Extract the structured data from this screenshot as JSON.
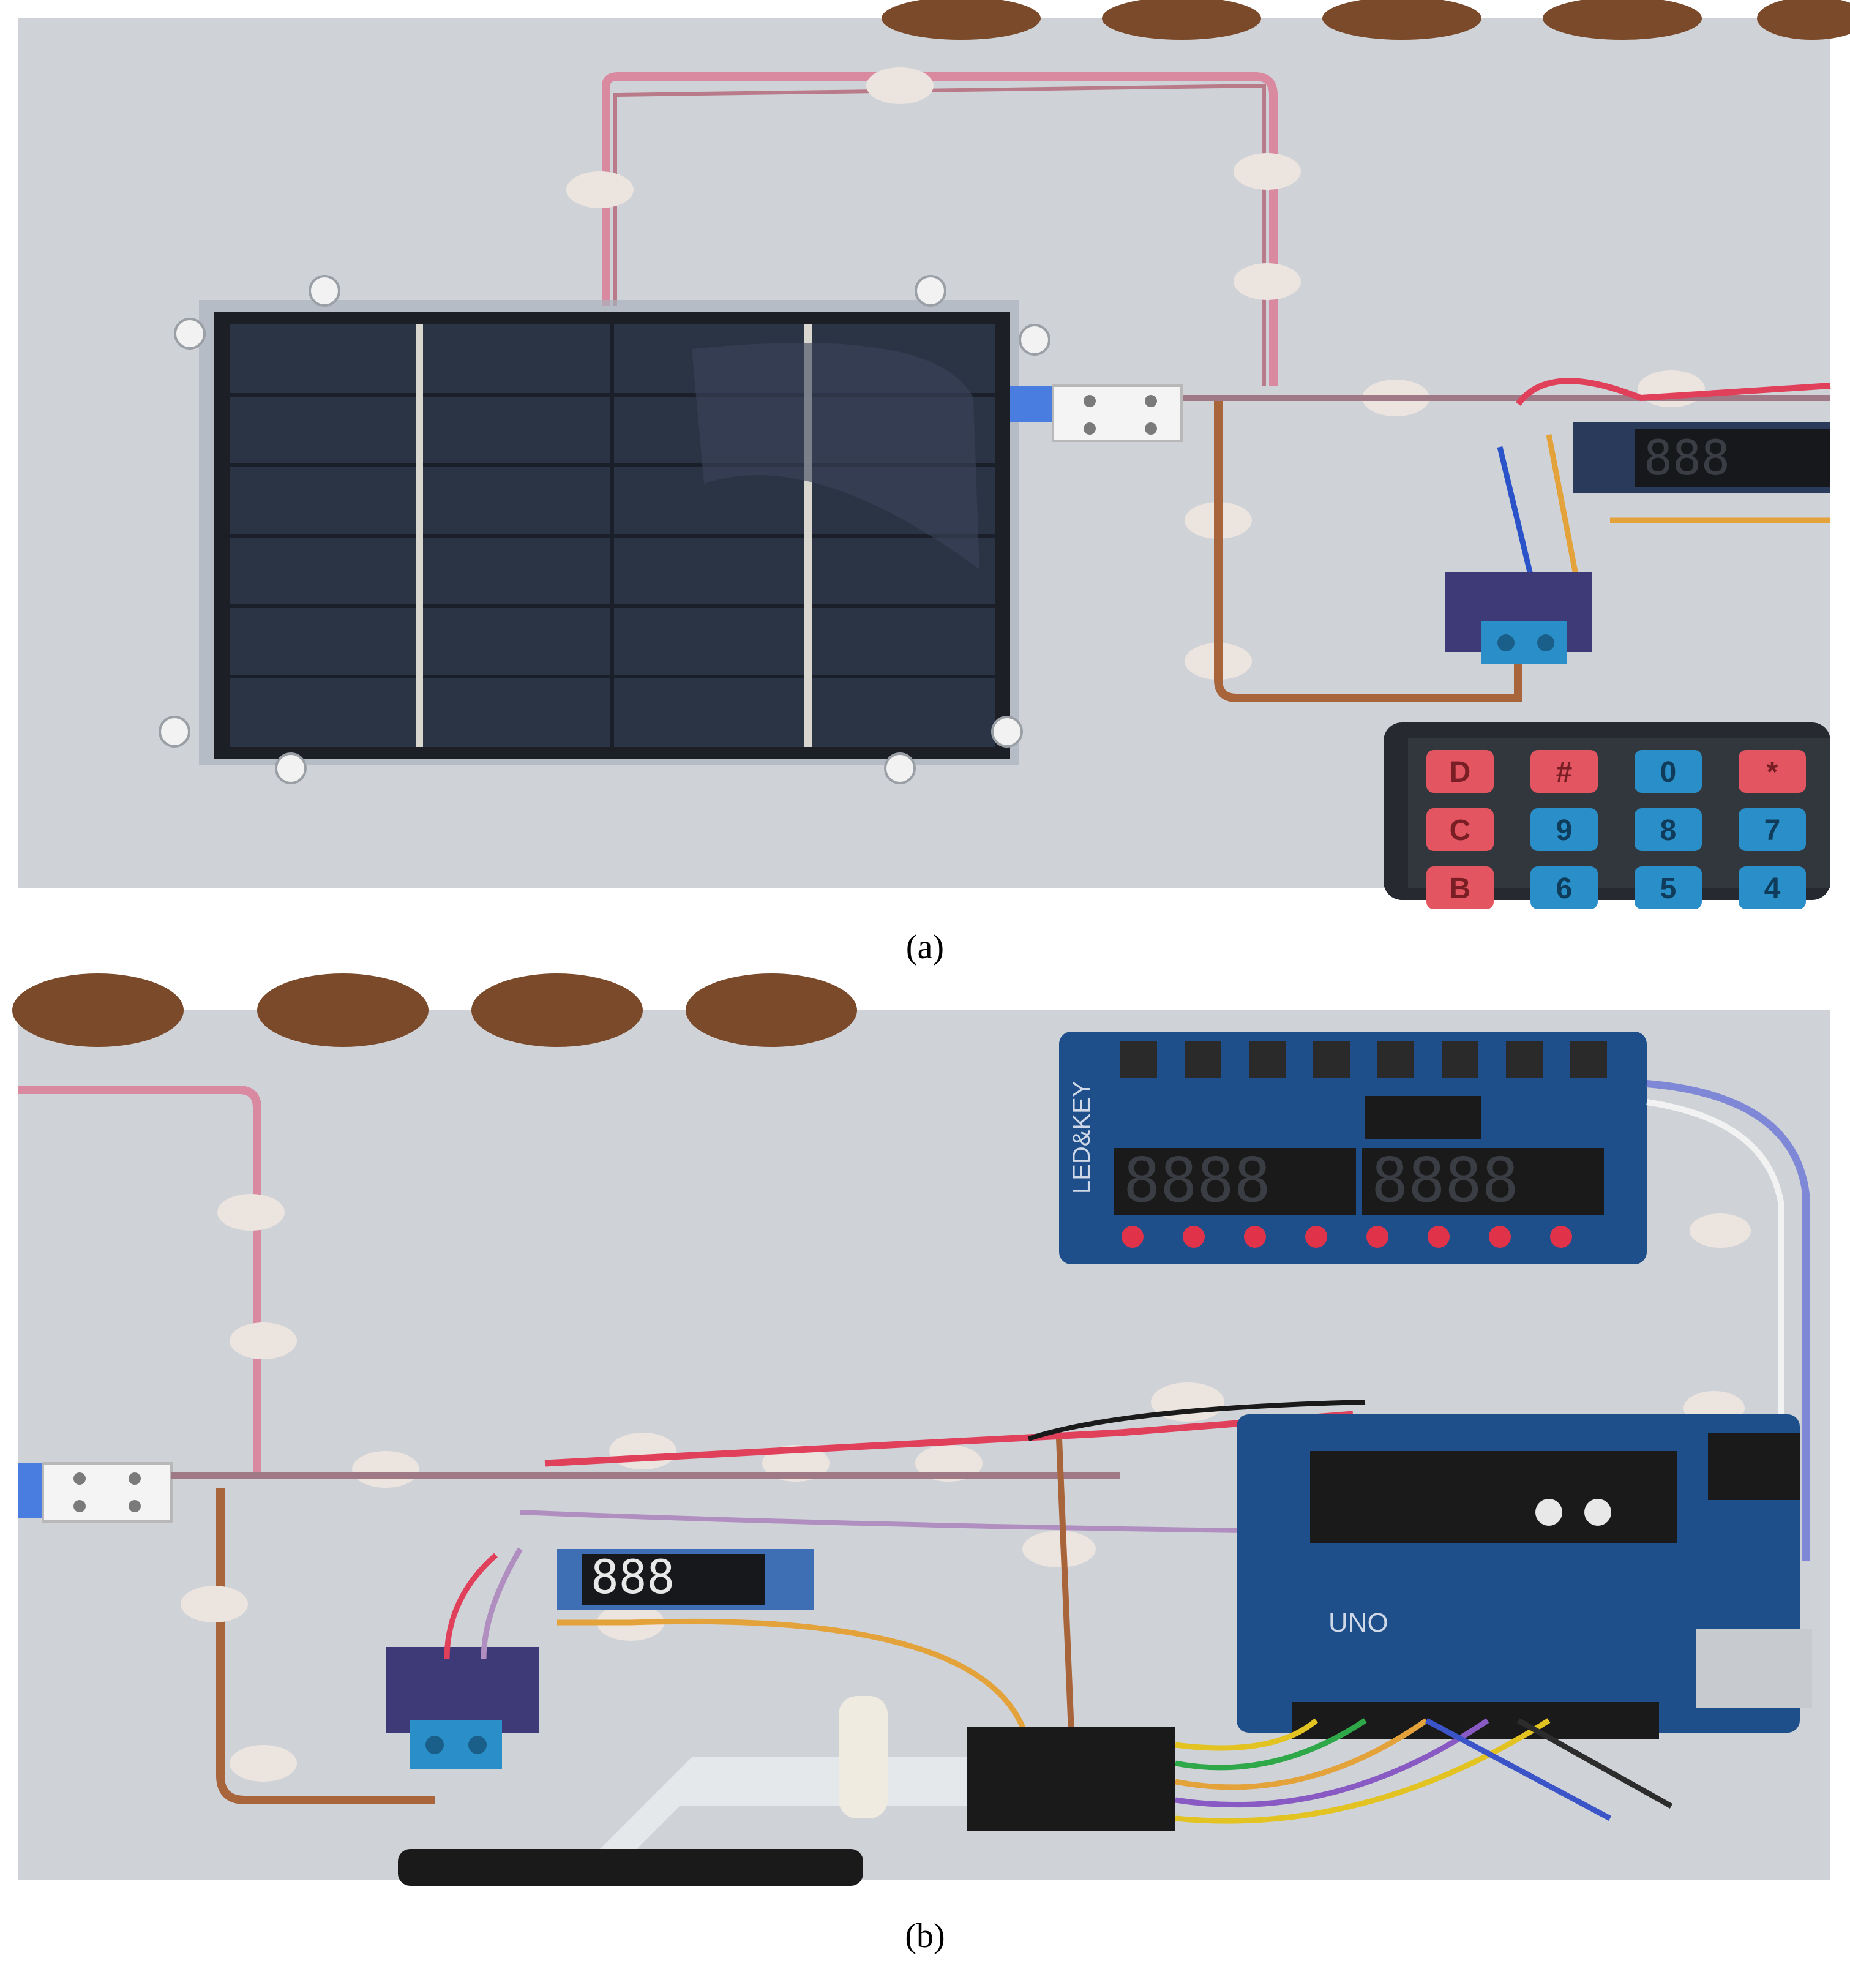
{
  "figure": {
    "panel_a": {
      "label": "(a)"
    },
    "panel_b": {
      "label": "(b)"
    }
  },
  "displays": {
    "voltmeter_digits": "888",
    "led_module_left_digits": "8888",
    "led_module_right_digits": "8888"
  },
  "keypad": {
    "row1": [
      "D",
      "#",
      "0",
      "*"
    ],
    "row2": [
      "C",
      "9",
      "8",
      "7"
    ],
    "row3": [
      "B",
      "6",
      "5",
      "4"
    ]
  },
  "board_markings": {
    "led_key_module": "LED&KEY",
    "arduino_label": "UNO"
  },
  "colors": {
    "board_background": "#cfd3d8",
    "solar_cell": "#2b3444",
    "pcb_blue": "#1f4f8a",
    "wire_pink": "#d98aa0",
    "wire_brown": "#a8643a",
    "wire_red": "#e0405a",
    "key_red": "#e35561",
    "key_blue": "#2a8fc9",
    "key_frame": "#262a30"
  }
}
